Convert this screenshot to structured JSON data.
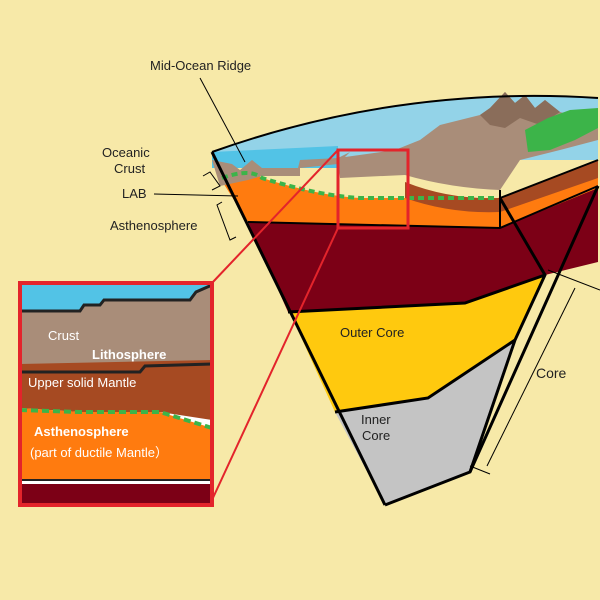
{
  "labels": {
    "mid_ocean_ridge": "Mid-Ocean Ridge",
    "oceanic": "Oceanic",
    "crust": "Crust",
    "lab": "LAB",
    "asthenosphere": "Asthenosphere",
    "outer_core": "Outer Core",
    "inner": "Inner",
    "core_word": "Core",
    "core": "Core"
  },
  "inset": {
    "crust": "Crust",
    "lithosphere": "Lithosphere",
    "upper_mantle": "Upper solid Mantle",
    "asthenosphere": "Asthenosphere",
    "ductile": "(part of ductile Mantle）"
  },
  "colors": {
    "background": "#f7e9a8",
    "ocean": "#52c3e6",
    "crust": "#a98d79",
    "upper_mantle": "#a64a22",
    "asthenosphere": "#ff7b0f",
    "lower_mantle": "#7c0016",
    "outer_core": "#ffc90e",
    "inner_core": "#c4c4c4",
    "vegetation": "#3cb449",
    "highlight": "#e3242b"
  }
}
